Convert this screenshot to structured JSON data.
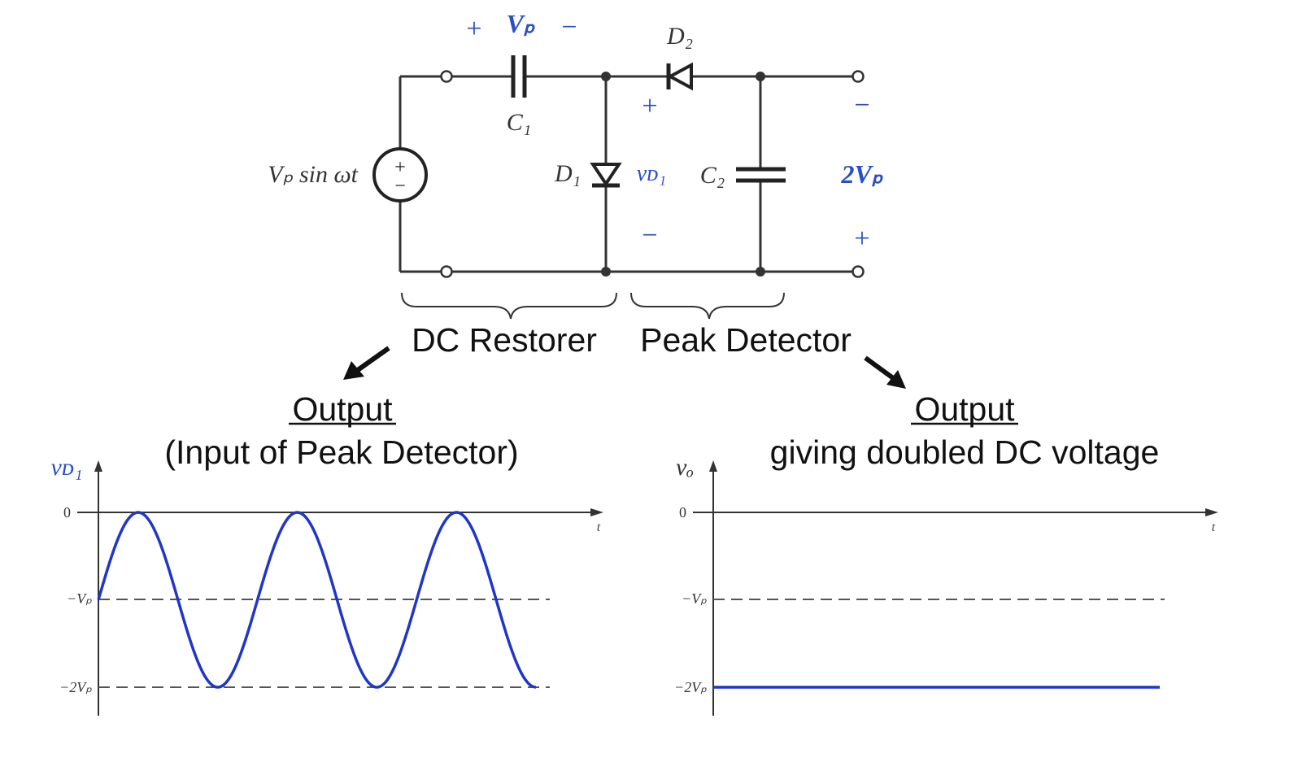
{
  "circuit": {
    "source_label": "Vₚ sin ωt",
    "source_plus": "+",
    "source_minus": "−",
    "vp_label": "Vₚ",
    "vp_plus": "+",
    "vp_minus": "−",
    "c1_label": "C₁",
    "c2_label": "C₂",
    "d1_label": "D₁",
    "d2_label": "D₂",
    "vd1_label": "vᴅ₁",
    "vd1_plus": "+",
    "vd1_minus": "−",
    "out_label": "2Vₚ",
    "out_top_sign": "−",
    "out_bottom_sign": "+",
    "accent_color": "#2b4fc4"
  },
  "sections": {
    "left_label": "DC Restorer",
    "right_label": "Peak Detector"
  },
  "outputs": {
    "left_title": "Output",
    "left_subtitle": "(Input of Peak Detector)",
    "right_title": "Output",
    "right_subtitle": "giving doubled DC voltage"
  },
  "chart_data": [
    {
      "type": "line",
      "ylabel": "vᴅ₁",
      "xlabel": "t",
      "yticks": [
        "0",
        "−Vₚ",
        "−2Vₚ"
      ],
      "ytick_values": [
        0,
        -1,
        -2
      ],
      "reference_lines": [
        -1,
        -2
      ],
      "series": [
        {
          "function": "v = −Vₚ + Vₚ sin ωt",
          "cycles": 2.75,
          "color": "#1f36c8"
        }
      ]
    },
    {
      "type": "line",
      "ylabel": "vₒ",
      "xlabel": "t",
      "yticks": [
        "0",
        "−Vₚ",
        "−2Vₚ"
      ],
      "ytick_values": [
        0,
        -1,
        -2
      ],
      "reference_lines": [
        -1
      ],
      "series": [
        {
          "function": "v = −2Vₚ",
          "constant": -2,
          "color": "#1f36c8"
        }
      ]
    }
  ]
}
